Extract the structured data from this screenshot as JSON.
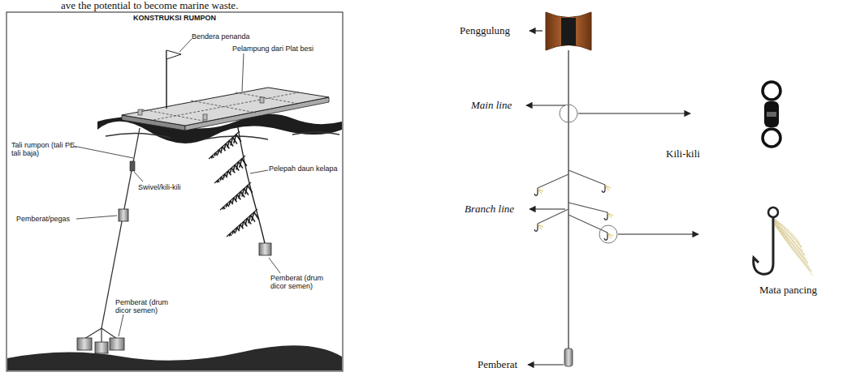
{
  "diagram": {
    "title": "KONSTRUKSI RUMPON",
    "labels": [
      "ave the potential to become marine waste.",
      "Bendera penanda",
      "Pelampung dari Plat besi",
      "Tali rumpon (tali PE, tali baja)",
      "Swivel/kili-kili",
      "Pemberat/pegas",
      "Pelepah daun kelapa",
      "Pemberat (drum dicor semen)",
      "Pemberat (drum dicor semen)",
      "Penggulung",
      "Main line",
      "Kili-kili",
      "Branch line",
      "Mata pancing",
      "Pemberat"
    ]
  }
}
